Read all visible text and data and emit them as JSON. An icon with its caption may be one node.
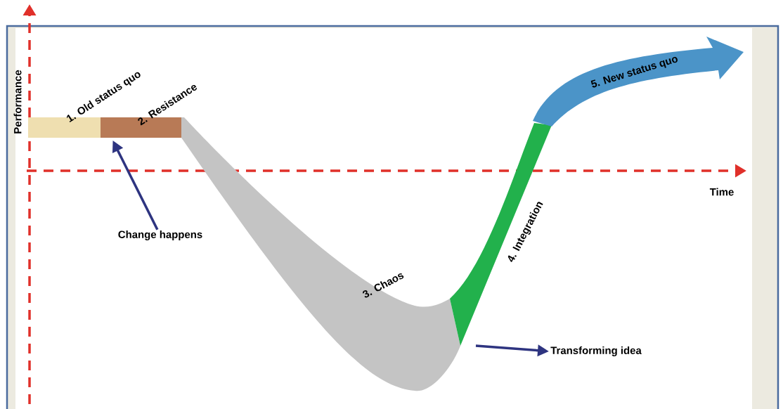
{
  "diagram": {
    "nodes": [
      {
        "text": [
          "1. Old status quo"
        ]
      },
      {
        "text": [
          "2. Resistance"
        ]
      },
      {
        "text": [
          "3. Chaos"
        ]
      },
      {
        "text": [
          "4. Integration"
        ]
      },
      {
        "text": [
          "5. New status quo"
        ]
      },
      {
        "text": [
          "Change happens"
        ]
      },
      {
        "text": [
          "Transforming idea"
        ]
      }
    ],
    "edges": [
      {
        "from": 5,
        "to": 1,
        "arrow": "to"
      },
      {
        "from": null,
        "to": 6,
        "arrow": "to"
      }
    ],
    "labels": [
      "Performance",
      "Time"
    ]
  }
}
